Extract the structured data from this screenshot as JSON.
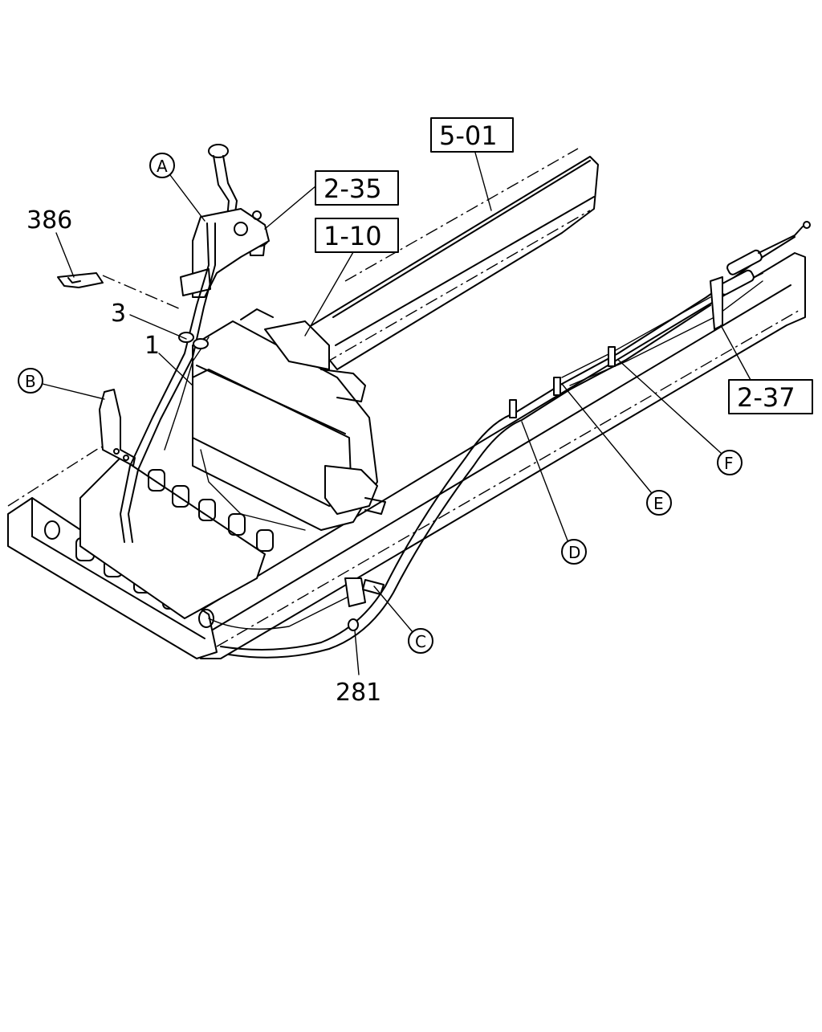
{
  "part_numbers": {
    "p386": "386",
    "p3": "3",
    "p1": "1",
    "p281": "281"
  },
  "reference_boxes": {
    "r501": "5-01",
    "r235": "2-35",
    "r110": "1-10",
    "r237": "2-37"
  },
  "callouts": {
    "a": "A",
    "b": "B",
    "c": "C",
    "d": "D",
    "e": "E",
    "f": "F"
  }
}
